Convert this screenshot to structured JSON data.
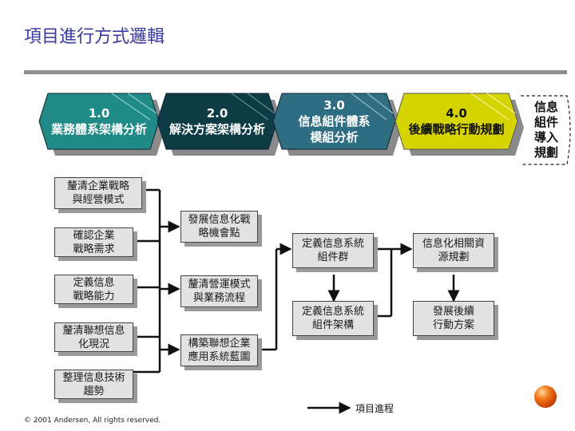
{
  "title": "項目進行方式邏輯",
  "phases": [
    {
      "number": "1.0",
      "lines": [
        "業務體系架構分析"
      ],
      "fill": "#1f8a86",
      "text_color": "#ffffff"
    },
    {
      "number": "2.0",
      "lines": [
        "解決方案架構分析"
      ],
      "fill": "#0e3c45",
      "text_color": "#ffffff"
    },
    {
      "number": "3.0",
      "lines": [
        "信息組件體系",
        "模組分析"
      ],
      "fill": "#2f6e82",
      "text_color": "#ffffff"
    },
    {
      "number": "4.0",
      "lines": [
        "後續戰略行動規劃"
      ],
      "fill": "#d6d400",
      "text_color": "#111111"
    }
  ],
  "side_note": {
    "lines": [
      "信息",
      "組件",
      "導入",
      "規劃"
    ]
  },
  "steps": {
    "col1": [
      {
        "lines": [
          "釐清企業戰略",
          "與經營模式"
        ]
      },
      {
        "lines": [
          "確認企業",
          "戰略需求"
        ]
      },
      {
        "lines": [
          "定義信息",
          "戰略能力"
        ]
      },
      {
        "lines": [
          "釐清聯想信息",
          "化現況"
        ]
      },
      {
        "lines": [
          "整理信息技術",
          "趨勢"
        ]
      }
    ],
    "col2": [
      {
        "lines": [
          "發展信息化戰",
          "略機會點"
        ]
      },
      {
        "lines": [
          "釐清營運模式",
          "與業務流程"
        ]
      },
      {
        "lines": [
          "構築聯想企業",
          "應用系統藍圖"
        ]
      }
    ],
    "col3": [
      {
        "lines": [
          "定義信息系統",
          "組件群"
        ]
      },
      {
        "lines": [
          "定義信息系統",
          "組件架構"
        ]
      }
    ],
    "col4": [
      {
        "lines": [
          "信息化相關資",
          "源規劃"
        ]
      },
      {
        "lines": [
          "發展後續",
          "行動方案"
        ]
      }
    ]
  },
  "legend": {
    "label": "項目進程"
  },
  "copyright": "© 2001 Andersen, All rights reserved.",
  "colors": {
    "title": "#3a3aa0",
    "rule": "#8e8e8e",
    "box_fill": "#e2e2e2",
    "sphere": "#f05a00"
  }
}
